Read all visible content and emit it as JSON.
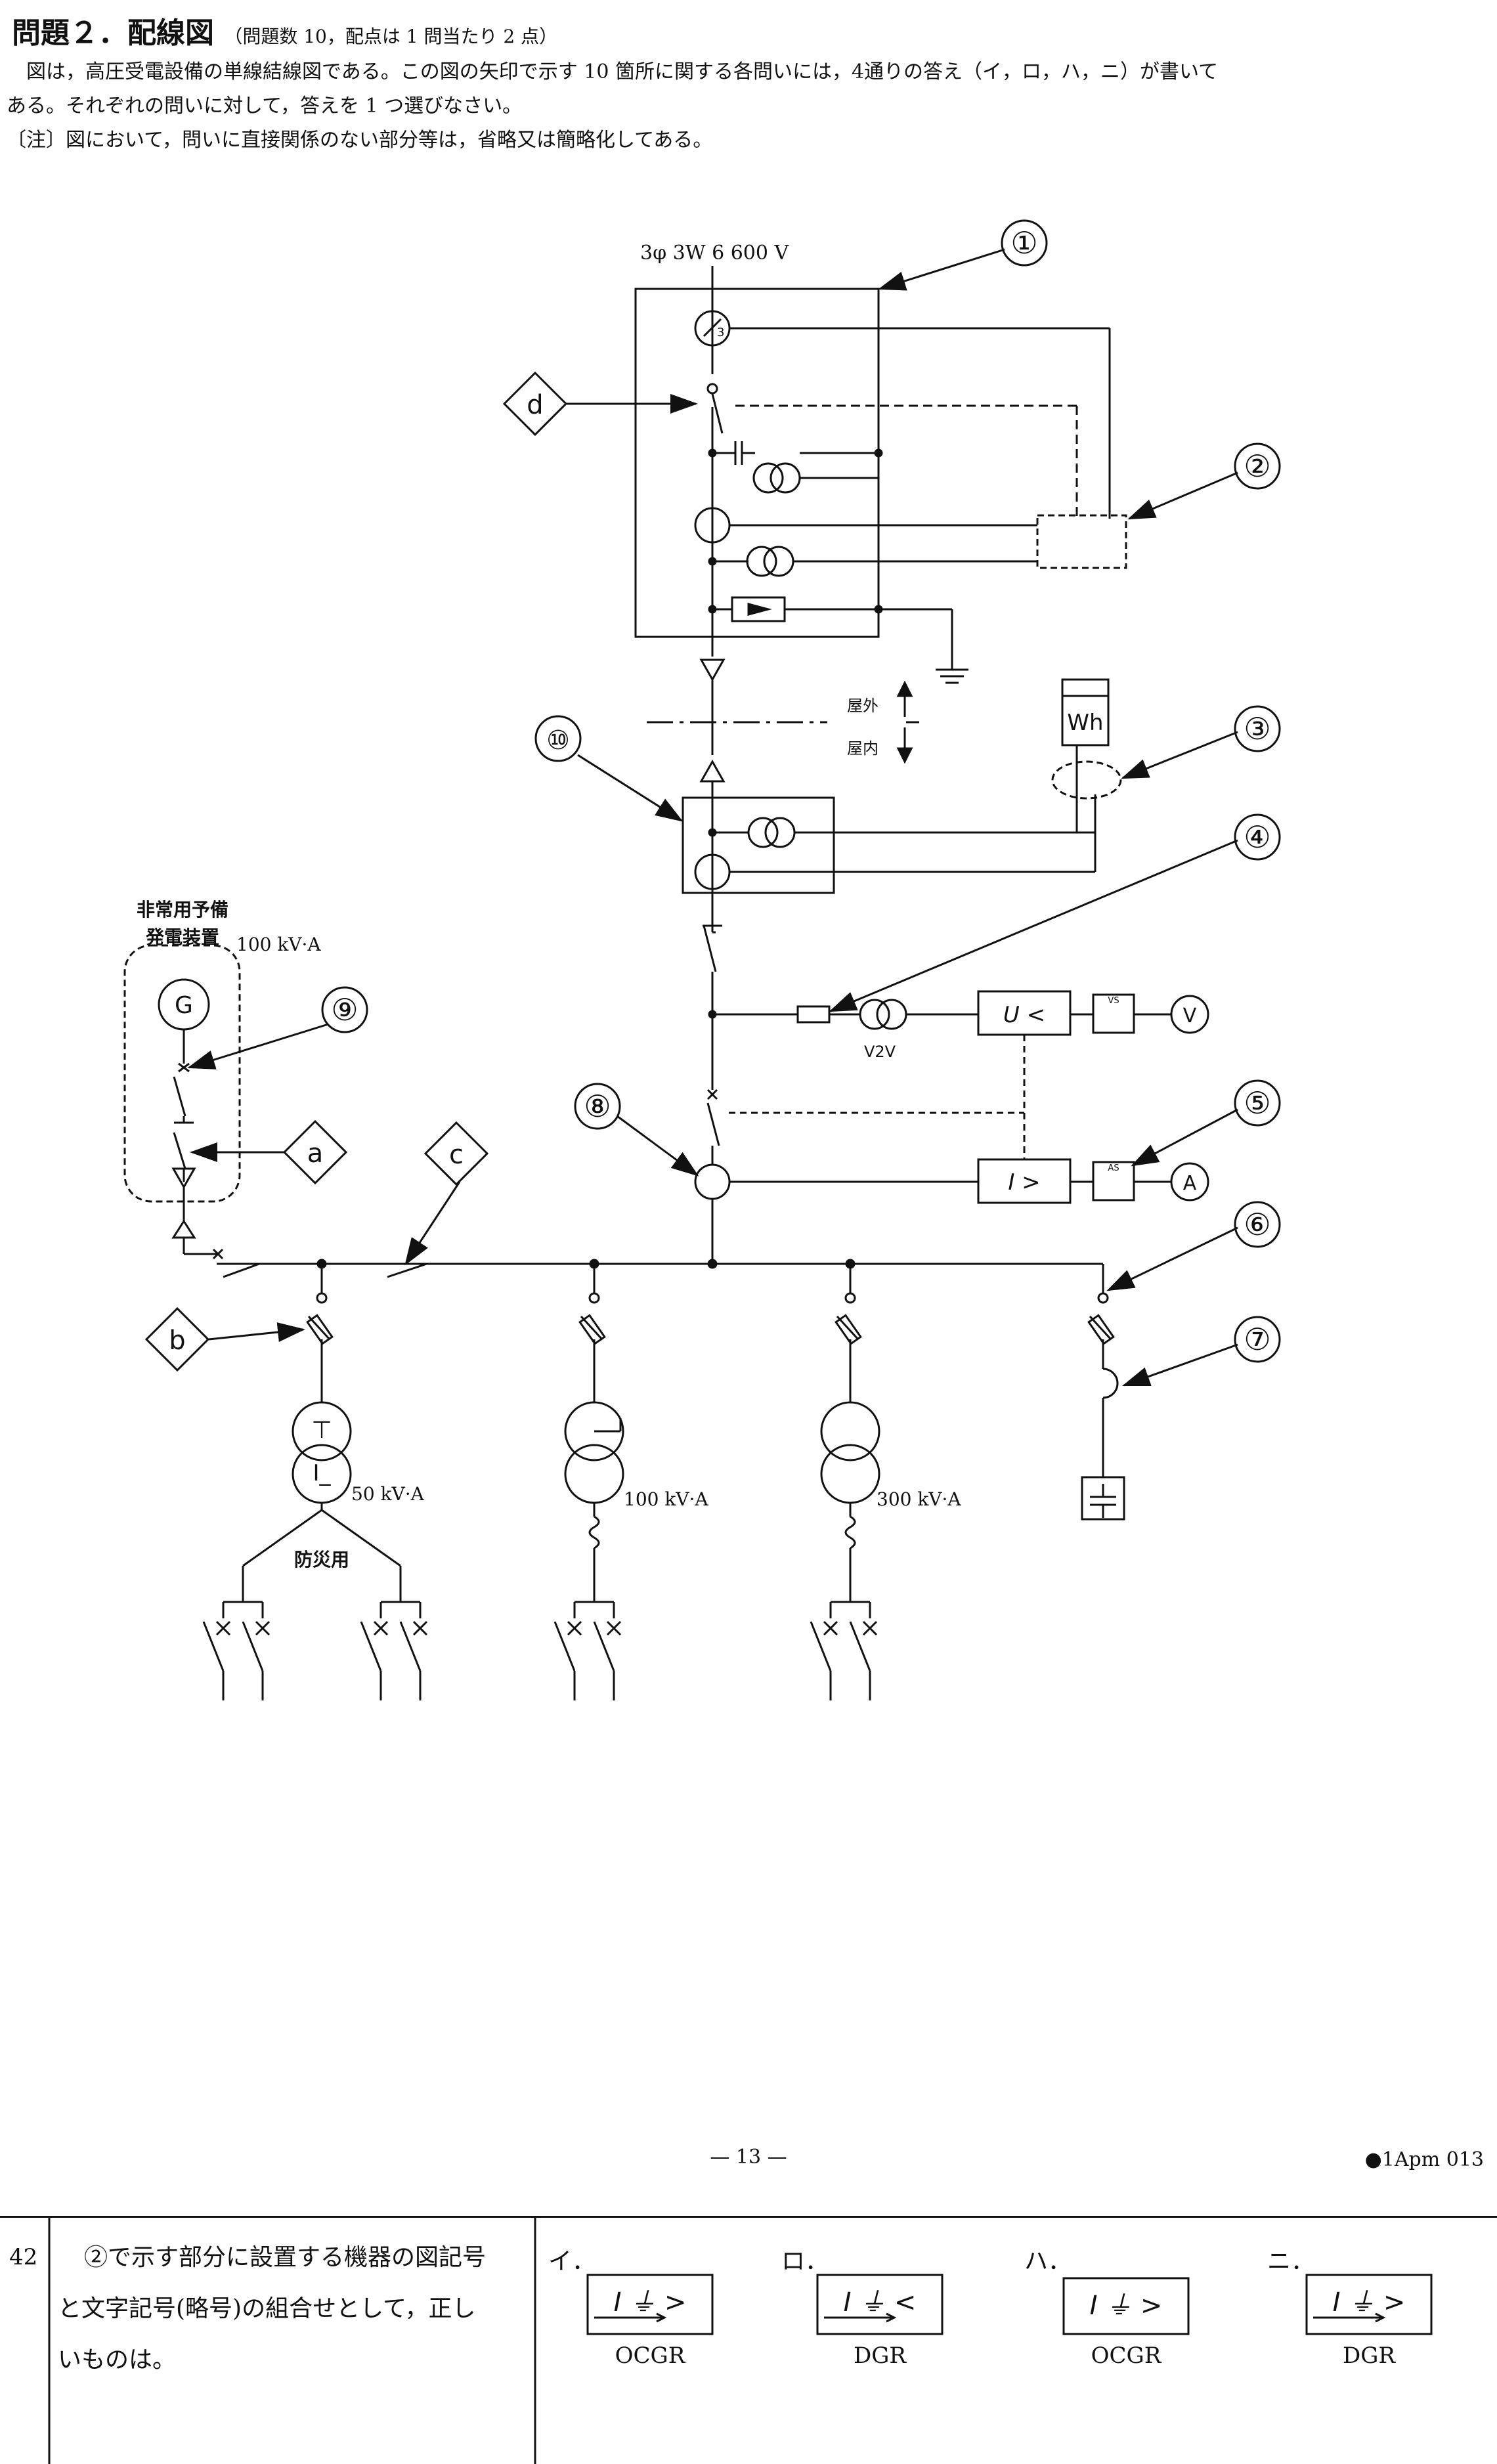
{
  "header": {
    "title": "問題２．配線図",
    "subtitle": "（問題数 10，配点は 1 問当たり 2 点）"
  },
  "intro": {
    "line1": "図は，高圧受電設備の単線結線図である。この図の矢印で示す 10 箇所に関する各問いには，4通りの答え（イ，ロ，ハ，ニ）が書いて",
    "line2": "ある。それぞれの問いに対して，答えを 1 つ選びなさい。",
    "note": "〔注〕図において，問いに直接関係のない部分等は，省略又は簡略化してある。"
  },
  "diagram": {
    "supply": "3φ 3W  6 600 V",
    "numbers": [
      "①",
      "②",
      "③",
      "④",
      "⑤",
      "⑥",
      "⑦",
      "⑧",
      "⑨",
      "⑩"
    ],
    "letters": [
      "a",
      "b",
      "c",
      "d"
    ],
    "outdoor": "屋外",
    "indoor": "屋内",
    "wh": "Wh",
    "v2v": "V2V",
    "undervoltage": "U <",
    "overcurrent": "I >",
    "vs": "VS",
    "as": "AS",
    "voltmeter": "V",
    "ammeter": "A",
    "generator_label1": "非常用予備",
    "generator_label2": "発電装置",
    "generator_rating": "100 kV·A",
    "generator": "G",
    "tr1_rating": "50 kV·A",
    "tr2_rating": "100 kV·A",
    "tr3_rating": "300 kV·A",
    "disaster": "防災用",
    "ct_ratio": "3"
  },
  "footer": {
    "page": "— 13 —",
    "code": "●1Apm  013"
  },
  "question": {
    "number": "42",
    "text1": "②で示す部分に設置する機器の図記号",
    "text2": "と文字記号(略号)の組合せとして，正し",
    "text3": "いものは。",
    "choices": [
      {
        "label": "イ．",
        "symbol": "I ⏚ >",
        "caption": "OCGR"
      },
      {
        "label": "ロ．",
        "symbol": "I ⏚ <",
        "caption": "DGR"
      },
      {
        "label": "ハ．",
        "symbol": "I ⏚ >",
        "caption": "OCGR"
      },
      {
        "label": "ニ．",
        "symbol": "I ⏚ >",
        "caption": "DGR"
      }
    ]
  }
}
